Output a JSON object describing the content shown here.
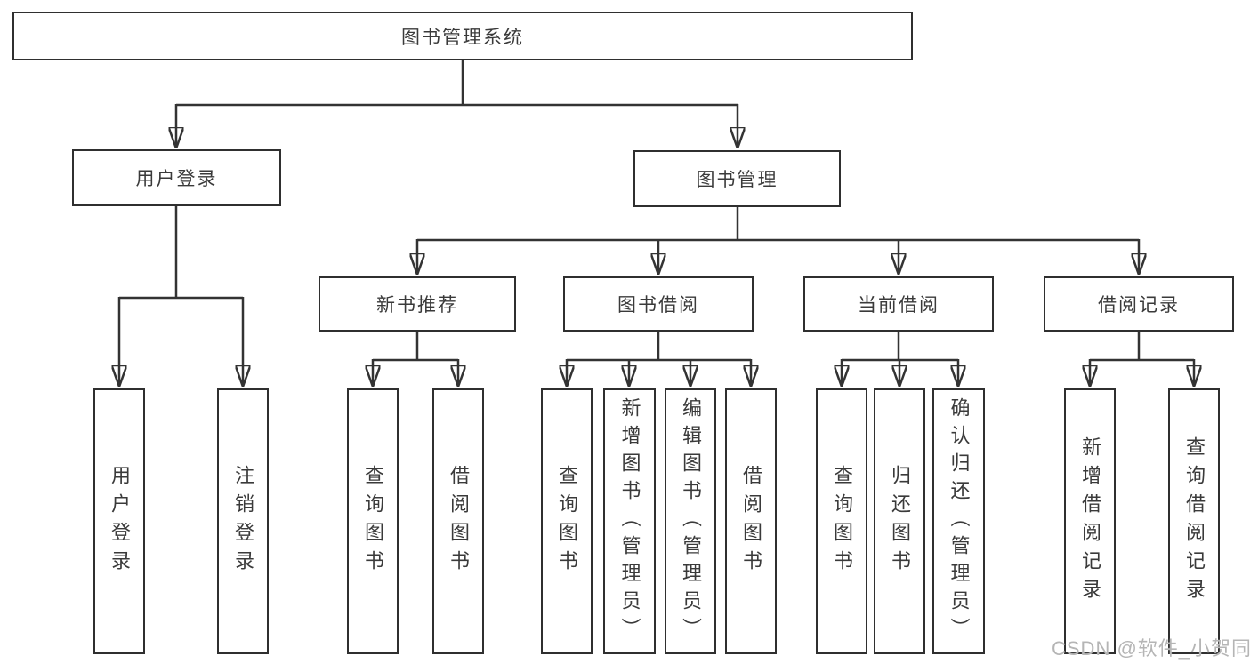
{
  "diagram": {
    "tree": {
      "label": "图书管理系统",
      "children": [
        {
          "label": "用户登录",
          "children": [
            {
              "label": "用户登录"
            },
            {
              "label": "注销登录"
            }
          ]
        },
        {
          "label": "图书管理",
          "children": [
            {
              "label": "新书推荐",
              "children": [
                {
                  "label": "查询图书"
                },
                {
                  "label": "借阅图书"
                }
              ]
            },
            {
              "label": "图书借阅",
              "children": [
                {
                  "label": "查询图书"
                },
                {
                  "label": "新增图书（管理员）"
                },
                {
                  "label": "编辑图书（管理员）"
                },
                {
                  "label": "借阅图书"
                }
              ]
            },
            {
              "label": "当前借阅",
              "children": [
                {
                  "label": "查询图书"
                },
                {
                  "label": "归还图书"
                },
                {
                  "label": "确认归还（管理员）"
                }
              ]
            },
            {
              "label": "借阅记录",
              "children": [
                {
                  "label": "新增借阅记录"
                },
                {
                  "label": "查询借阅记录"
                }
              ]
            }
          ]
        }
      ]
    },
    "colors": {
      "line": "#333333",
      "box_border": "#2f2f2f",
      "text": "#3a3a3a",
      "background": "#ffffff",
      "watermark": "#b5b5b5"
    }
  },
  "watermark": {
    "text": "CSDN @软件_小贺同学"
  }
}
